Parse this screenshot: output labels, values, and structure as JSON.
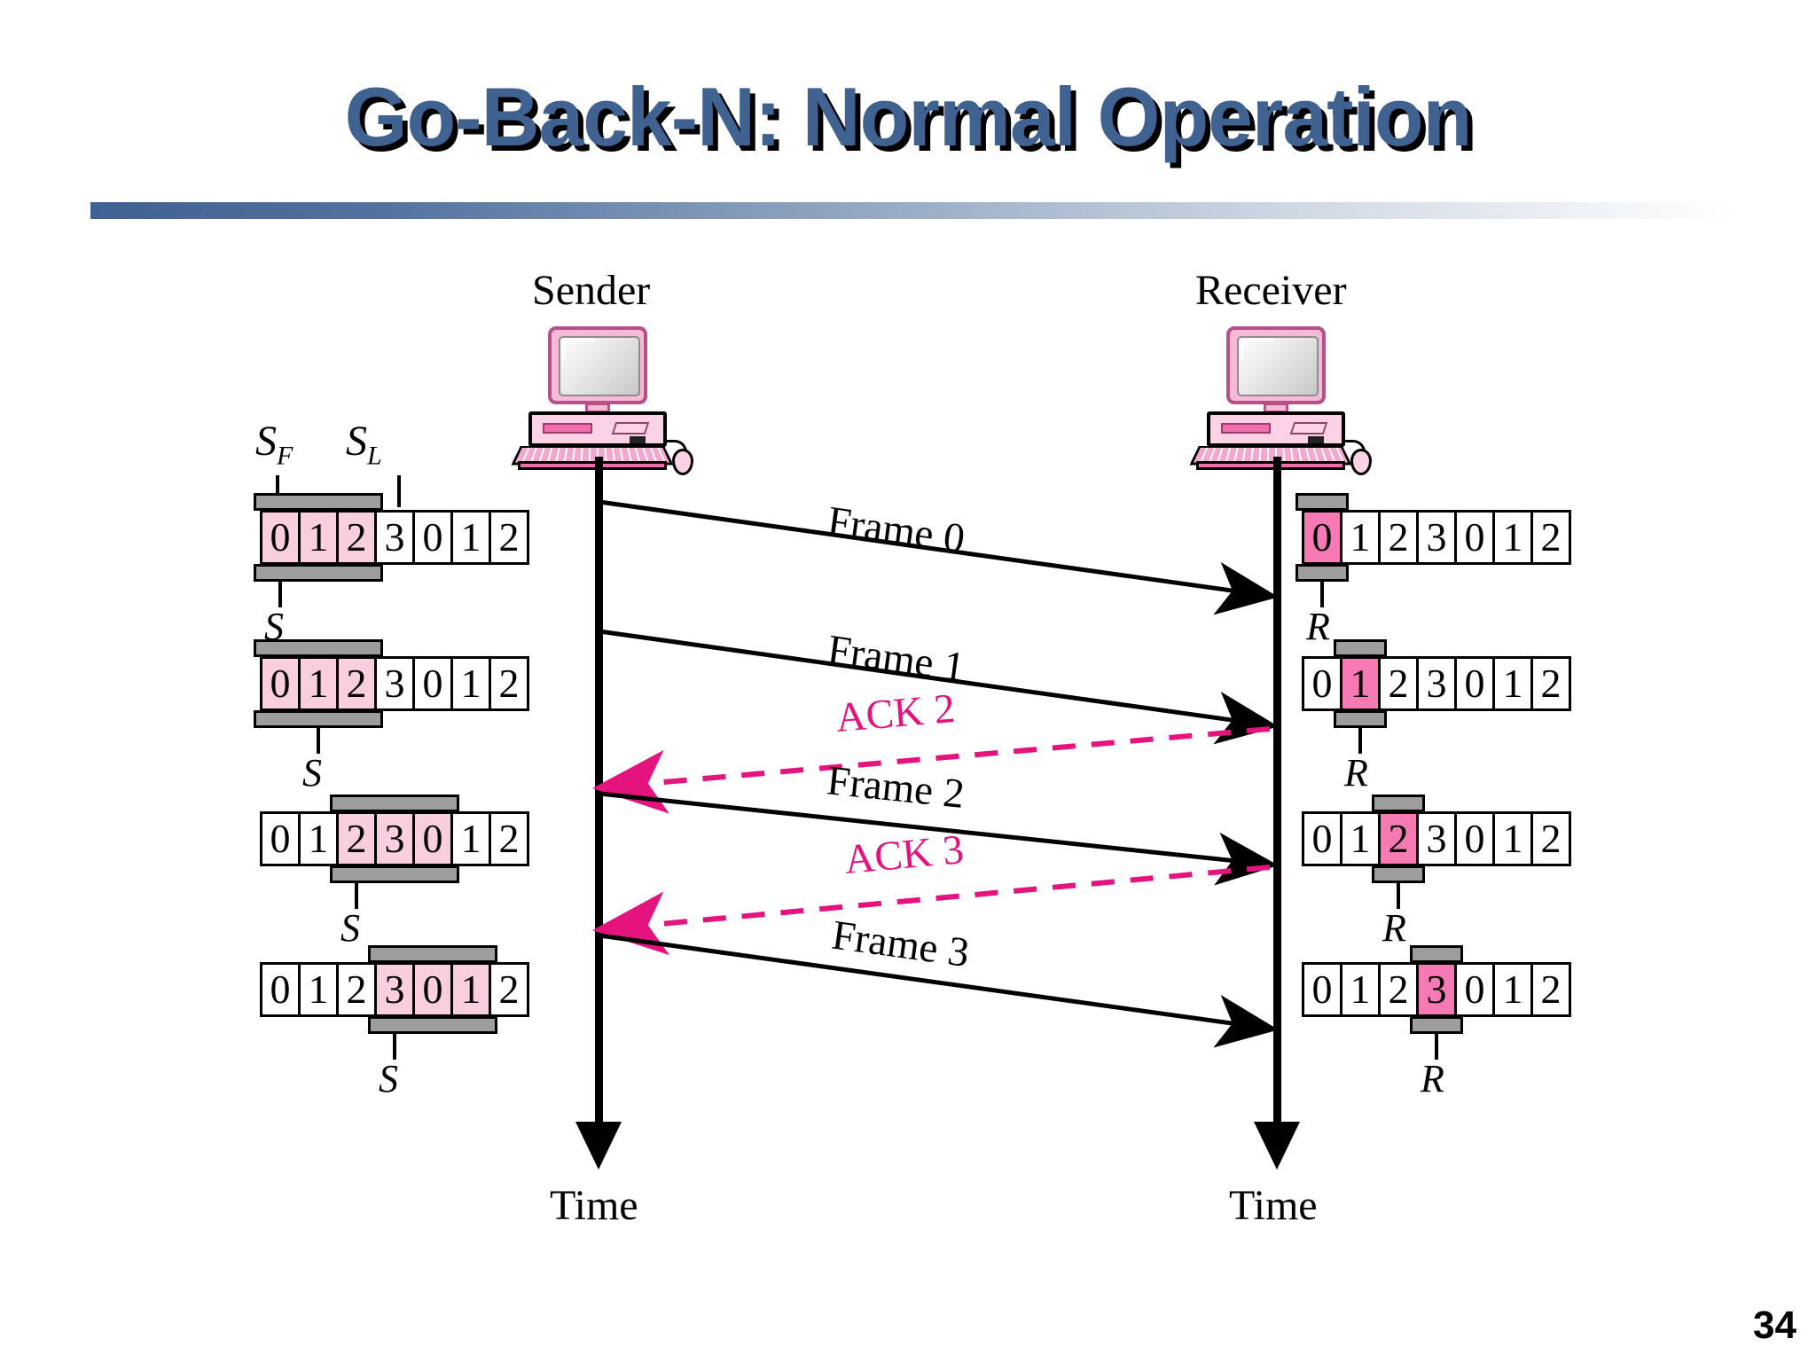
{
  "slide": {
    "title": "Go-Back-N: Normal Operation",
    "page_number": "34",
    "accent_color": "#406291",
    "ack_color": "#e4137e",
    "sender_window_color": "#f9cfe0",
    "receiver_window_color": "#f77ab4",
    "band_color": "#9d9d9d"
  },
  "endpoints": {
    "sender": {
      "label": "Sender",
      "time_label": "Time",
      "icon": "computer-icon"
    },
    "receiver": {
      "label": "Receiver",
      "time_label": "Time",
      "icon": "computer-icon"
    }
  },
  "sender": {
    "top_markers": [
      {
        "name": "SF",
        "base": "S",
        "sub": "F"
      },
      {
        "name": "SL",
        "base": "S",
        "sub": "L"
      }
    ],
    "rows": [
      {
        "cells": [
          "0",
          "1",
          "2",
          "3",
          "0",
          "1",
          "2"
        ],
        "window_start": 0,
        "window_end": 2,
        "pointer_label": "S",
        "pointer_index": 0
      },
      {
        "cells": [
          "0",
          "1",
          "2",
          "3",
          "0",
          "1",
          "2"
        ],
        "window_start": 0,
        "window_end": 2,
        "pointer_label": "S",
        "pointer_index": 1
      },
      {
        "cells": [
          "0",
          "1",
          "2",
          "3",
          "0",
          "1",
          "2"
        ],
        "window_start": 2,
        "window_end": 4,
        "pointer_label": "S",
        "pointer_index": 2
      },
      {
        "cells": [
          "0",
          "1",
          "2",
          "3",
          "0",
          "1",
          "2"
        ],
        "window_start": 3,
        "window_end": 5,
        "pointer_label": "S",
        "pointer_index": 3
      }
    ]
  },
  "receiver": {
    "rows": [
      {
        "cells": [
          "0",
          "1",
          "2",
          "3",
          "0",
          "1",
          "2"
        ],
        "window_index": 0,
        "pointer_label": "R"
      },
      {
        "cells": [
          "0",
          "1",
          "2",
          "3",
          "0",
          "1",
          "2"
        ],
        "window_index": 1,
        "pointer_label": "R"
      },
      {
        "cells": [
          "0",
          "1",
          "2",
          "3",
          "0",
          "1",
          "2"
        ],
        "window_index": 2,
        "pointer_label": "R"
      },
      {
        "cells": [
          "0",
          "1",
          "2",
          "3",
          "0",
          "1",
          "2"
        ],
        "window_index": 3,
        "pointer_label": "R"
      }
    ]
  },
  "messages": [
    {
      "label": "Frame 0",
      "kind": "frame",
      "direction": "sender-to-receiver"
    },
    {
      "label": "Frame 1",
      "kind": "frame",
      "direction": "sender-to-receiver"
    },
    {
      "label": "ACK 2",
      "kind": "ack",
      "direction": "receiver-to-sender"
    },
    {
      "label": "Frame 2",
      "kind": "frame",
      "direction": "sender-to-receiver"
    },
    {
      "label": "ACK 3",
      "kind": "ack",
      "direction": "receiver-to-sender"
    },
    {
      "label": "Frame 3",
      "kind": "frame",
      "direction": "sender-to-receiver"
    }
  ]
}
